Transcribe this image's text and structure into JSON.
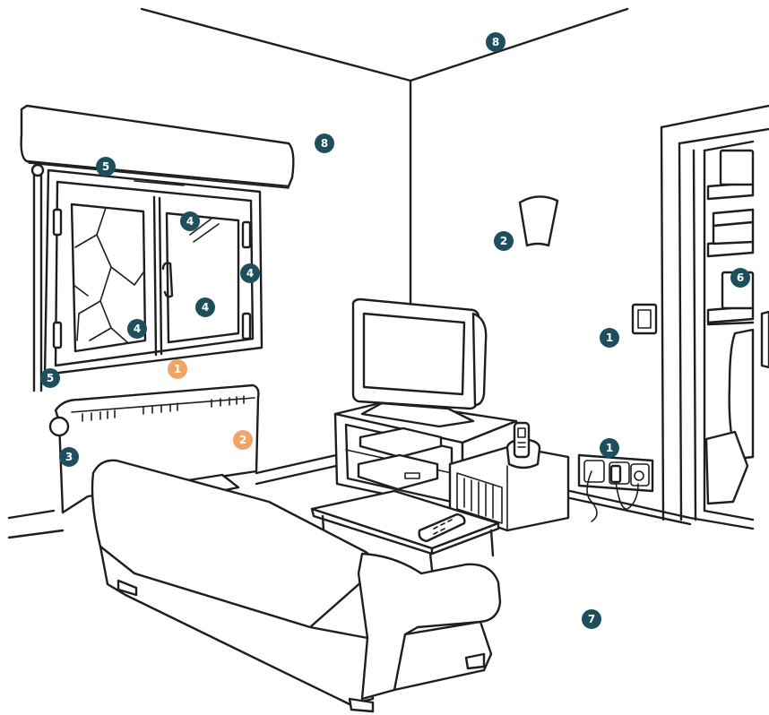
{
  "colors": {
    "marker_primary": "#1d4f5c",
    "marker_secondary": "#f2a366",
    "line": "#1e1e1e",
    "background": "#ffffff"
  },
  "markers": {
    "m1a": "1",
    "m1b": "1",
    "m1o": "1",
    "m2a": "2",
    "m2o": "2",
    "m3": "3",
    "m4a": "4",
    "m4b": "4",
    "m4c": "4",
    "m4d": "4",
    "m5a": "5",
    "m5b": "5",
    "m6": "6",
    "m7": "7",
    "m8a": "8",
    "m8b": "8"
  }
}
